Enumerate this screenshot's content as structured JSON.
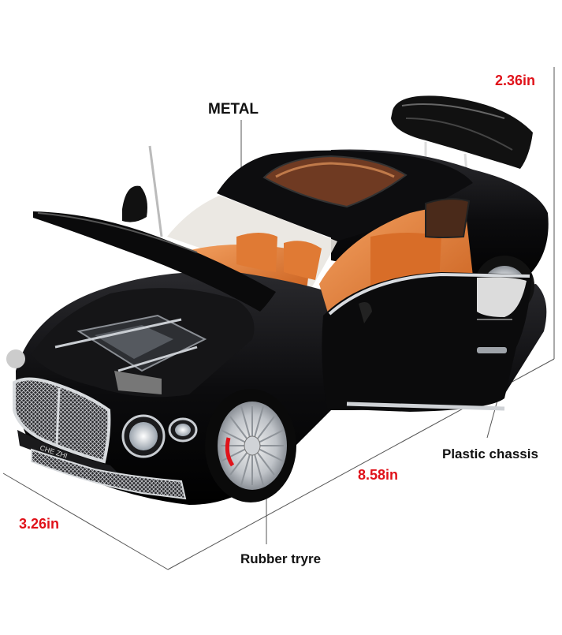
{
  "labels": {
    "metal": "METAL",
    "height": "2.36in",
    "length": "8.58in",
    "width": "3.26in",
    "chassis": "Plastic chassis",
    "tyre": "Rubber tryre",
    "grille_badge": "CHE ZHI"
  },
  "colors": {
    "dimension_text": "#e0121a",
    "body": "#0b0b0d",
    "interior": "#e8823a",
    "chrome": "#c9cdd2"
  }
}
